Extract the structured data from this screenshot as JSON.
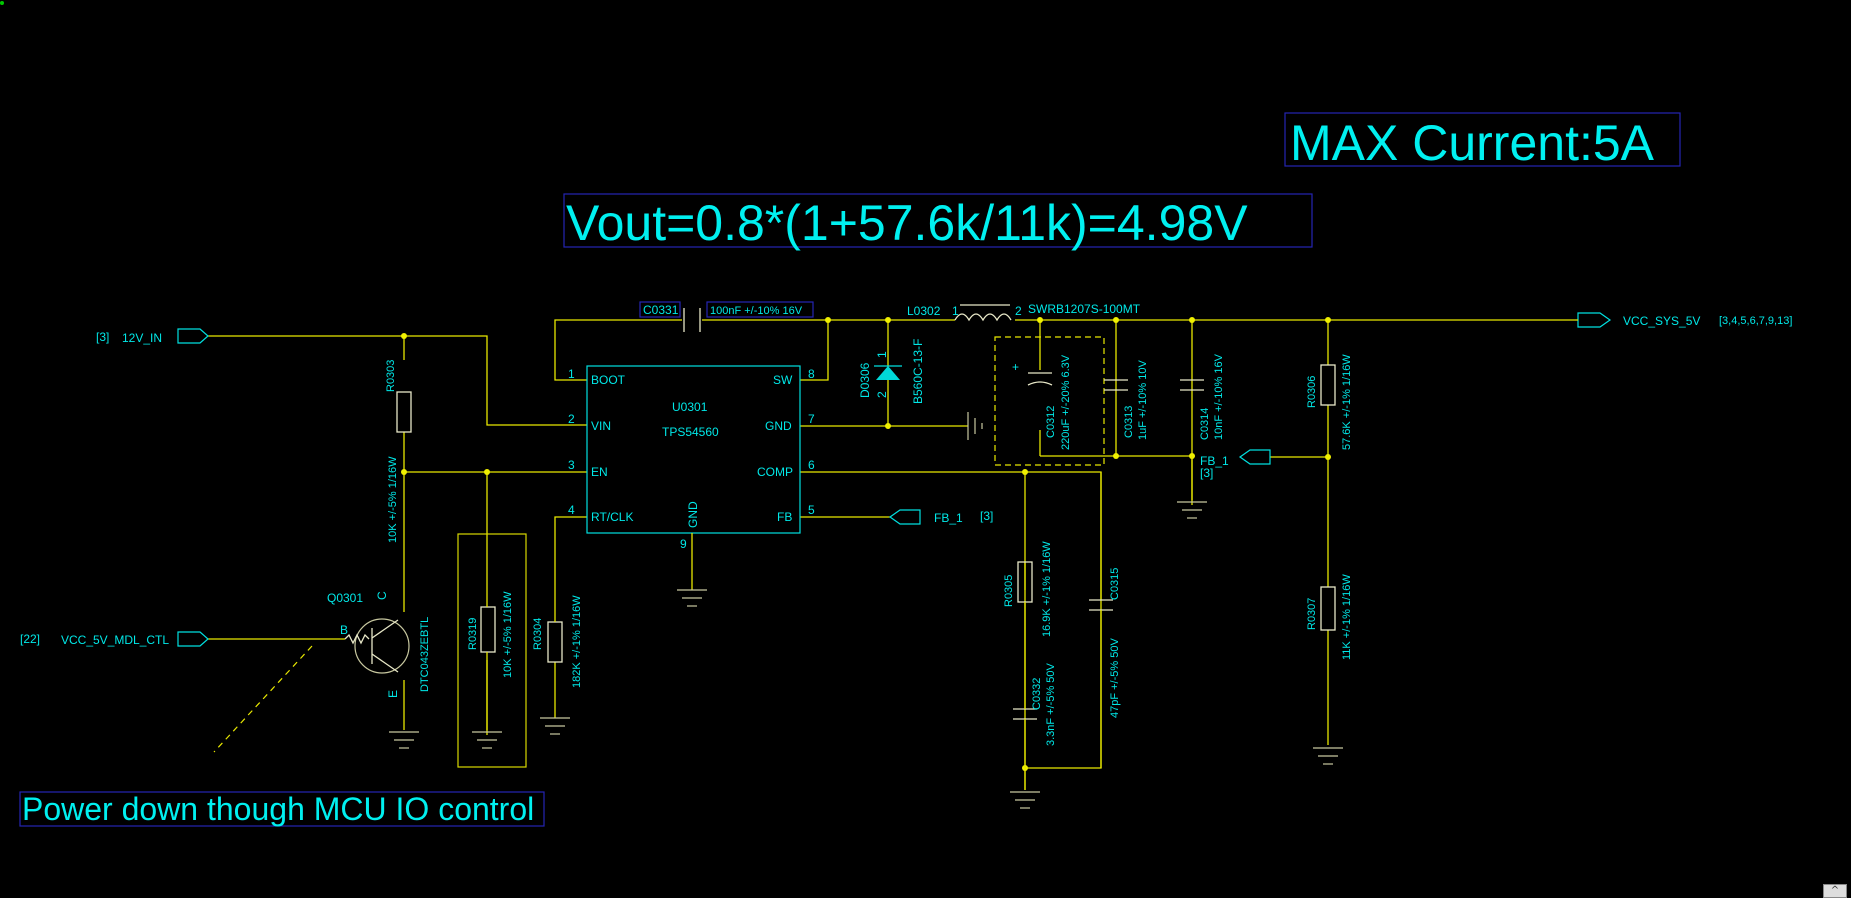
{
  "annotations": {
    "max_current": "MAX Current:5A",
    "vout_formula": "Vout=0.8*(1+57.6k/11k)=4.98V",
    "power_down_note": "Power down though MCU IO control"
  },
  "ports": {
    "in_12v": {
      "ref": "[3]",
      "name": "12V_IN"
    },
    "vcc_sys": {
      "name": "VCC_SYS_5V",
      "ref": "[3,4,5,6,7,9,13]"
    },
    "vcc_ctl": {
      "ref": "[22]",
      "name": "VCC_5V_MDL_CTL"
    },
    "fb_out": {
      "name": "FB_1",
      "ref": "[3]"
    },
    "fb_in": {
      "name": "FB_1",
      "ref": "[3]"
    }
  },
  "ic": {
    "ref": "U0301",
    "part": "TPS54560",
    "pins": {
      "boot": {
        "num": "1",
        "name": "BOOT"
      },
      "vin": {
        "num": "2",
        "name": "VIN"
      },
      "en": {
        "num": "3",
        "name": "EN"
      },
      "rtclk": {
        "num": "4",
        "name": "RT/CLK"
      },
      "fb": {
        "num": "5",
        "name": "FB"
      },
      "comp": {
        "num": "6",
        "name": "COMP"
      },
      "gnd7": {
        "num": "7",
        "name": "GND"
      },
      "sw": {
        "num": "8",
        "name": "SW"
      },
      "gnd9": {
        "num": "9",
        "name": "GND"
      }
    }
  },
  "components": {
    "c0331": {
      "ref": "C0331",
      "value": "100nF +/-10% 16V"
    },
    "l0302": {
      "ref": "L0302",
      "value": "SWRB1207S-100MT",
      "pin1": "1",
      "pin2": "2"
    },
    "d0306": {
      "ref": "D0306",
      "value": "B560C-13-F",
      "pin1": "1",
      "pin2": "2"
    },
    "c0312": {
      "ref": "C0312",
      "value": "220uF +/-20% 6.3V"
    },
    "c0313": {
      "ref": "C0313",
      "value": "1uF +/-10% 10V"
    },
    "c0314": {
      "ref": "C0314",
      "value": "10nF +/-10% 16V"
    },
    "r0306": {
      "ref": "R0306",
      "value": "57.6K +/-1% 1/16W"
    },
    "r0307": {
      "ref": "R0307",
      "value": "11K +/-1% 1/16W"
    },
    "r0303": {
      "ref": "R0303",
      "value": "10K +/-5% 1/16W"
    },
    "r0319": {
      "ref": "R0319",
      "value": "10K +/-5% 1/16W"
    },
    "r0304": {
      "ref": "R0304",
      "value": "182K +/-1% 1/16W"
    },
    "r0305": {
      "ref": "R0305",
      "value": "16.9K +/-1% 1/16W"
    },
    "c0315": {
      "ref": "C0315",
      "value": "47pF +/-5% 50V"
    },
    "c0332": {
      "ref": "C0332",
      "value": "3.3nF +/-5% 50V"
    },
    "q0301": {
      "ref": "Q0301",
      "value": "DTC043ZEBTL",
      "b": "B",
      "c": "C",
      "e": "E"
    }
  },
  "ui": {
    "corner_button": "^"
  },
  "colors": {
    "background": "#000000",
    "wire": "#e8e800",
    "text": "#00e8e8",
    "label_box": "#2424b4"
  }
}
